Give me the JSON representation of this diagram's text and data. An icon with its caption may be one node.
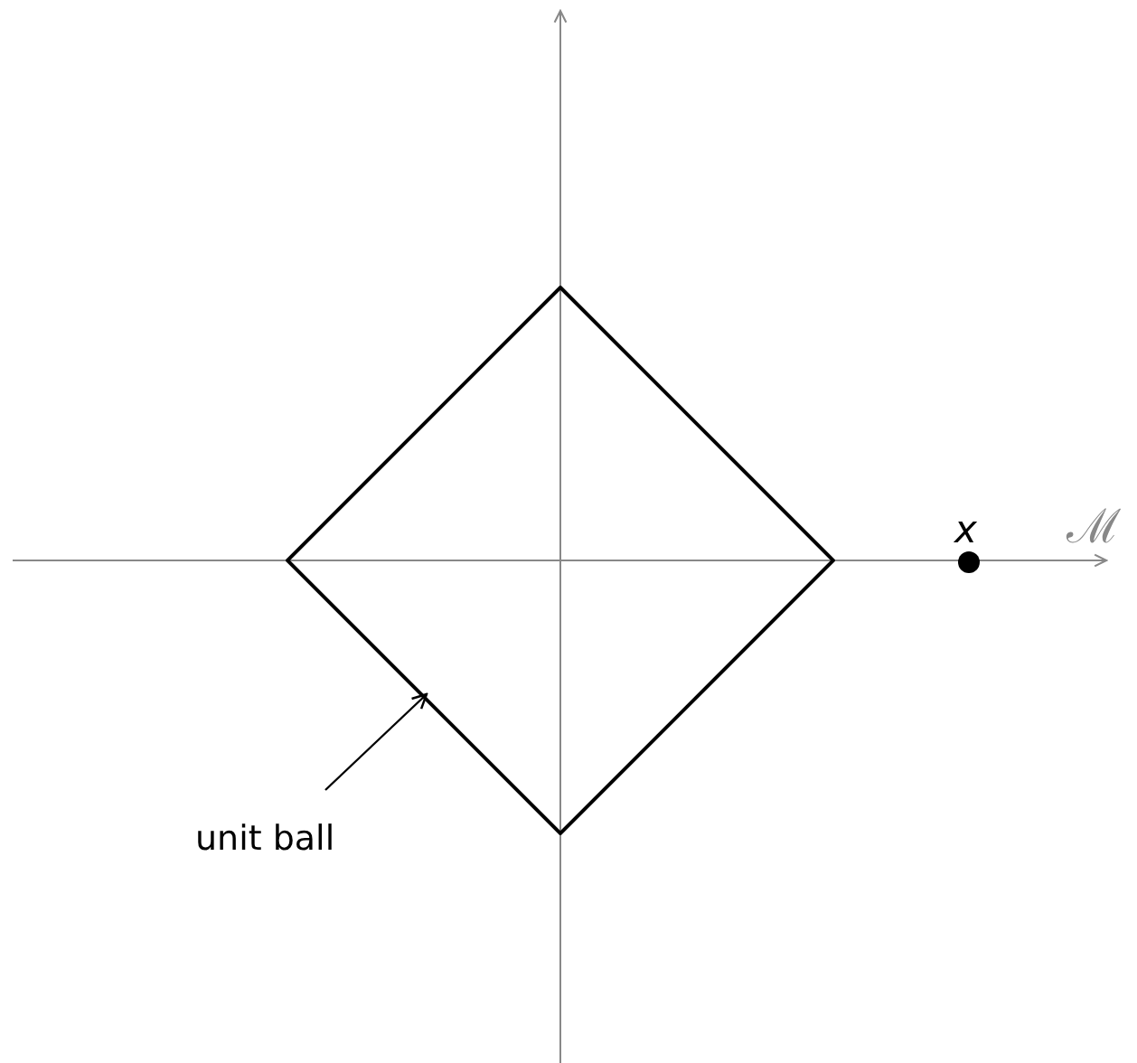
{
  "diagram": {
    "nodes": [
      {
        "text": [
          "unit ball"
        ]
      },
      {
        "text": [],
        "shape": "diamond"
      }
    ],
    "edges": [
      {
        "from": 0,
        "to": 1,
        "arrow": "to"
      }
    ],
    "labels": [
      "x",
      "ℳ"
    ]
  }
}
